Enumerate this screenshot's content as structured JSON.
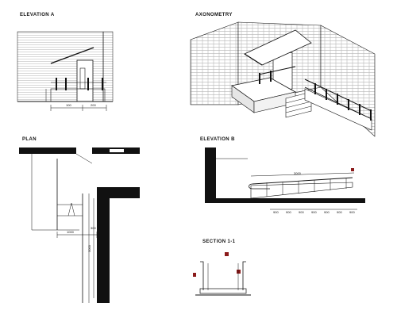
{
  "titles": {
    "elevation_a": "ELEVATION A",
    "axonometry": "AXONOMETRY",
    "plan": "PLAN",
    "elevation_b": "ELEVATION B",
    "section": "SECTION 1-1"
  },
  "dimensions": {
    "elev_a_left": "100",
    "elev_a_right": "200",
    "elev_b_total": "3000",
    "elev_b_segments": [
      "900",
      "900",
      "900",
      "900",
      "900",
      "900",
      "900"
    ],
    "plan_horizontal": "1000",
    "plan_vertical": "3000",
    "plan_small": "300"
  },
  "colors": {
    "line": "#111111",
    "marker": "#8b1a1a",
    "brick": "#9a9a9a"
  }
}
